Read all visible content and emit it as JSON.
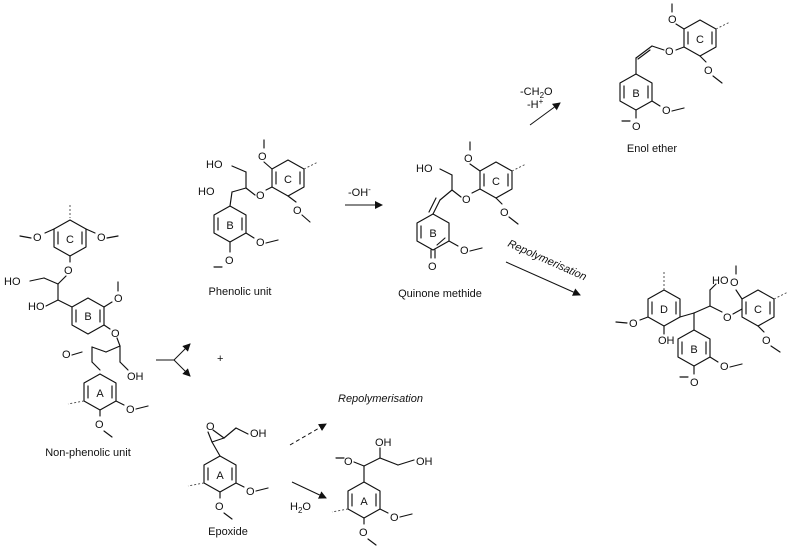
{
  "captions": {
    "non_phenolic": "Non-phenolic unit",
    "phenolic": "Phenolic unit",
    "quinone": "Quinone methide",
    "enol": "Enol ether",
    "epoxide": "Epoxide"
  },
  "reactions": {
    "repol_top": "Repolymerisation",
    "repol_bottom": "Repolymerisation",
    "minus_oh": "-OH",
    "oh_charge": "-",
    "minus_ch2o": "-CH",
    "ch2o_sub": "2",
    "ch2o_o": "O",
    "minus_h": "-H",
    "h_charge": "+",
    "plus": "+",
    "water_h": "H",
    "water_sub": "2",
    "water_o": "O"
  },
  "atoms": {
    "oh": "OH",
    "ho": "HO",
    "o": "O"
  },
  "rings": {
    "a": "A",
    "b": "B",
    "c": "C",
    "d": "D"
  }
}
